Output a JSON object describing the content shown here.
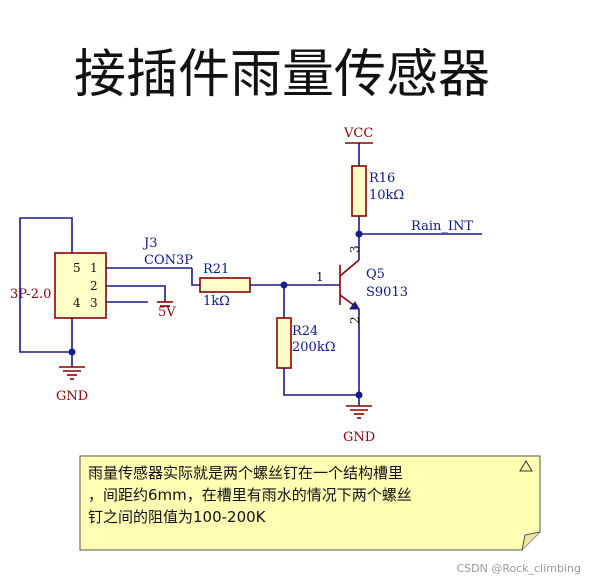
{
  "title": "接插件雨量传感器",
  "nets": {
    "vcc": "VCC",
    "gnd_left": "GND",
    "gnd_right": "GND",
    "rain_int": "Rain_INT",
    "v5": "5V"
  },
  "components": {
    "j3": {
      "ref": "J3",
      "value": "CON3P",
      "pins": [
        "1",
        "2",
        "3"
      ]
    },
    "p3": {
      "ref": "3P-2.0",
      "pins": [
        "5",
        "4"
      ]
    },
    "r21": {
      "ref": "R21",
      "value": "1kΩ"
    },
    "r24": {
      "ref": "R24",
      "value": "200kΩ"
    },
    "r16": {
      "ref": "R16",
      "value": "10kΩ"
    },
    "q5": {
      "ref": "Q5",
      "value": "S9013",
      "pins": [
        "1",
        "2",
        "3"
      ]
    }
  },
  "note": {
    "lines": [
      "雨量传感器实际就是两个螺丝钉在一个结构槽里",
      "，间距约6mm，在槽里有雨水的情况下两个螺丝",
      "钉之间的阻值为100-200K"
    ]
  },
  "watermark": "CSDN @Rock_climbing"
}
